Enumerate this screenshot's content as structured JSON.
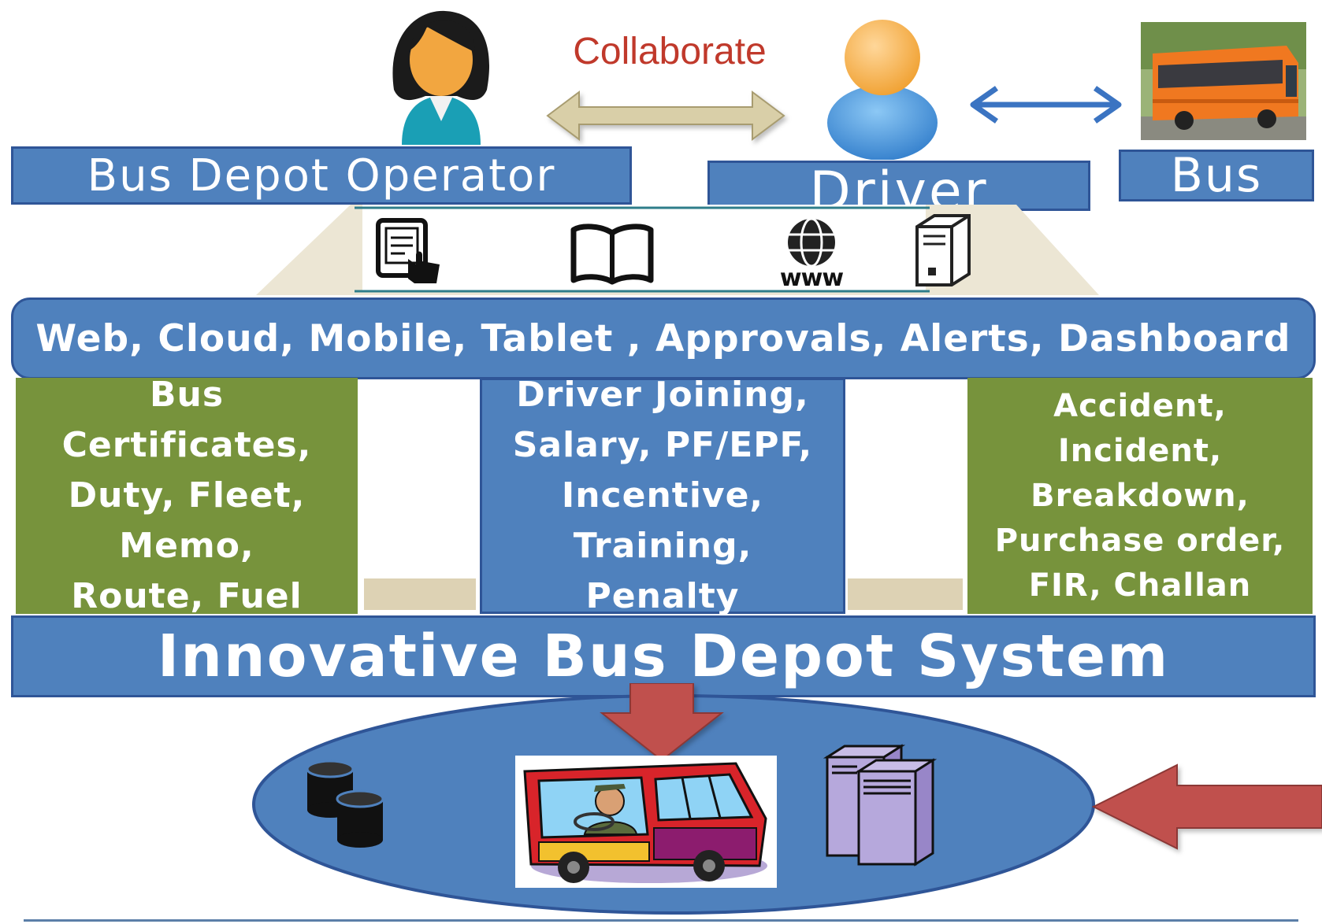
{
  "collaborate_label": "Collaborate",
  "roles": {
    "operator": "Bus Depot Operator",
    "driver": "Driver",
    "bus": "Bus"
  },
  "channels_bar": "Web, Cloud, Mobile, Tablet , Approvals, Alerts, Dashboard",
  "columns": {
    "left": "Bus\nCertificates,\nDuty, Fleet,\nMemo,\nRoute, Fuel",
    "middle": "Driver Joining,\nSalary, PF/EPF,\nIncentive,\nTraining,\nPenalty",
    "right": "Accident,\nIncident,\nBreakdown,\nPurchase order,\nFIR, Challan"
  },
  "system_title": "Innovative Bus Depot System",
  "icons": {
    "www_label": "www",
    "top_row": [
      "document-touch-icon",
      "open-book-icon",
      "globe-icon",
      "server-tower-icon"
    ],
    "ellipse": [
      "database-icon",
      "bus-driver-illustration",
      "server-rack-icon"
    ]
  },
  "colors": {
    "bar_blue": "#4f81bd",
    "bar_border": "#2f5597",
    "column_green": "#77933c",
    "arrow_red": "#c0504d",
    "collaborate_red": "#c0392b",
    "bus_orange": "#f07820"
  }
}
